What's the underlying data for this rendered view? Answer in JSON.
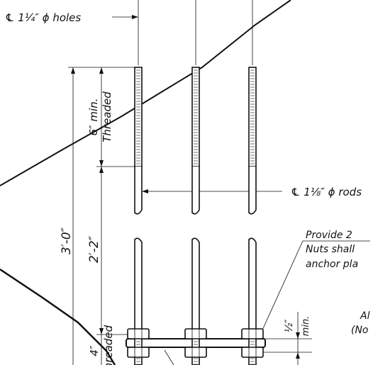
{
  "labels": {
    "holes": "℄ 1¼″ ϕ holes",
    "rods": "℄ 1⅛″ ϕ rods",
    "threaded_top": "Threaded",
    "min_top": "6″ min.",
    "dim_total": "3′-0″",
    "dim_mid": "2′-2″",
    "half_inch": "½″",
    "min_bottom": "min.",
    "provide": "Provide 2",
    "nuts": "Nuts shall",
    "anchor": "anchor pla",
    "al": "Al",
    "no": "(No",
    "threaded_bottom": "hreaded",
    "four_in": "4″"
  },
  "colors": {
    "ink": "#111111",
    "background": "#ffffff"
  }
}
